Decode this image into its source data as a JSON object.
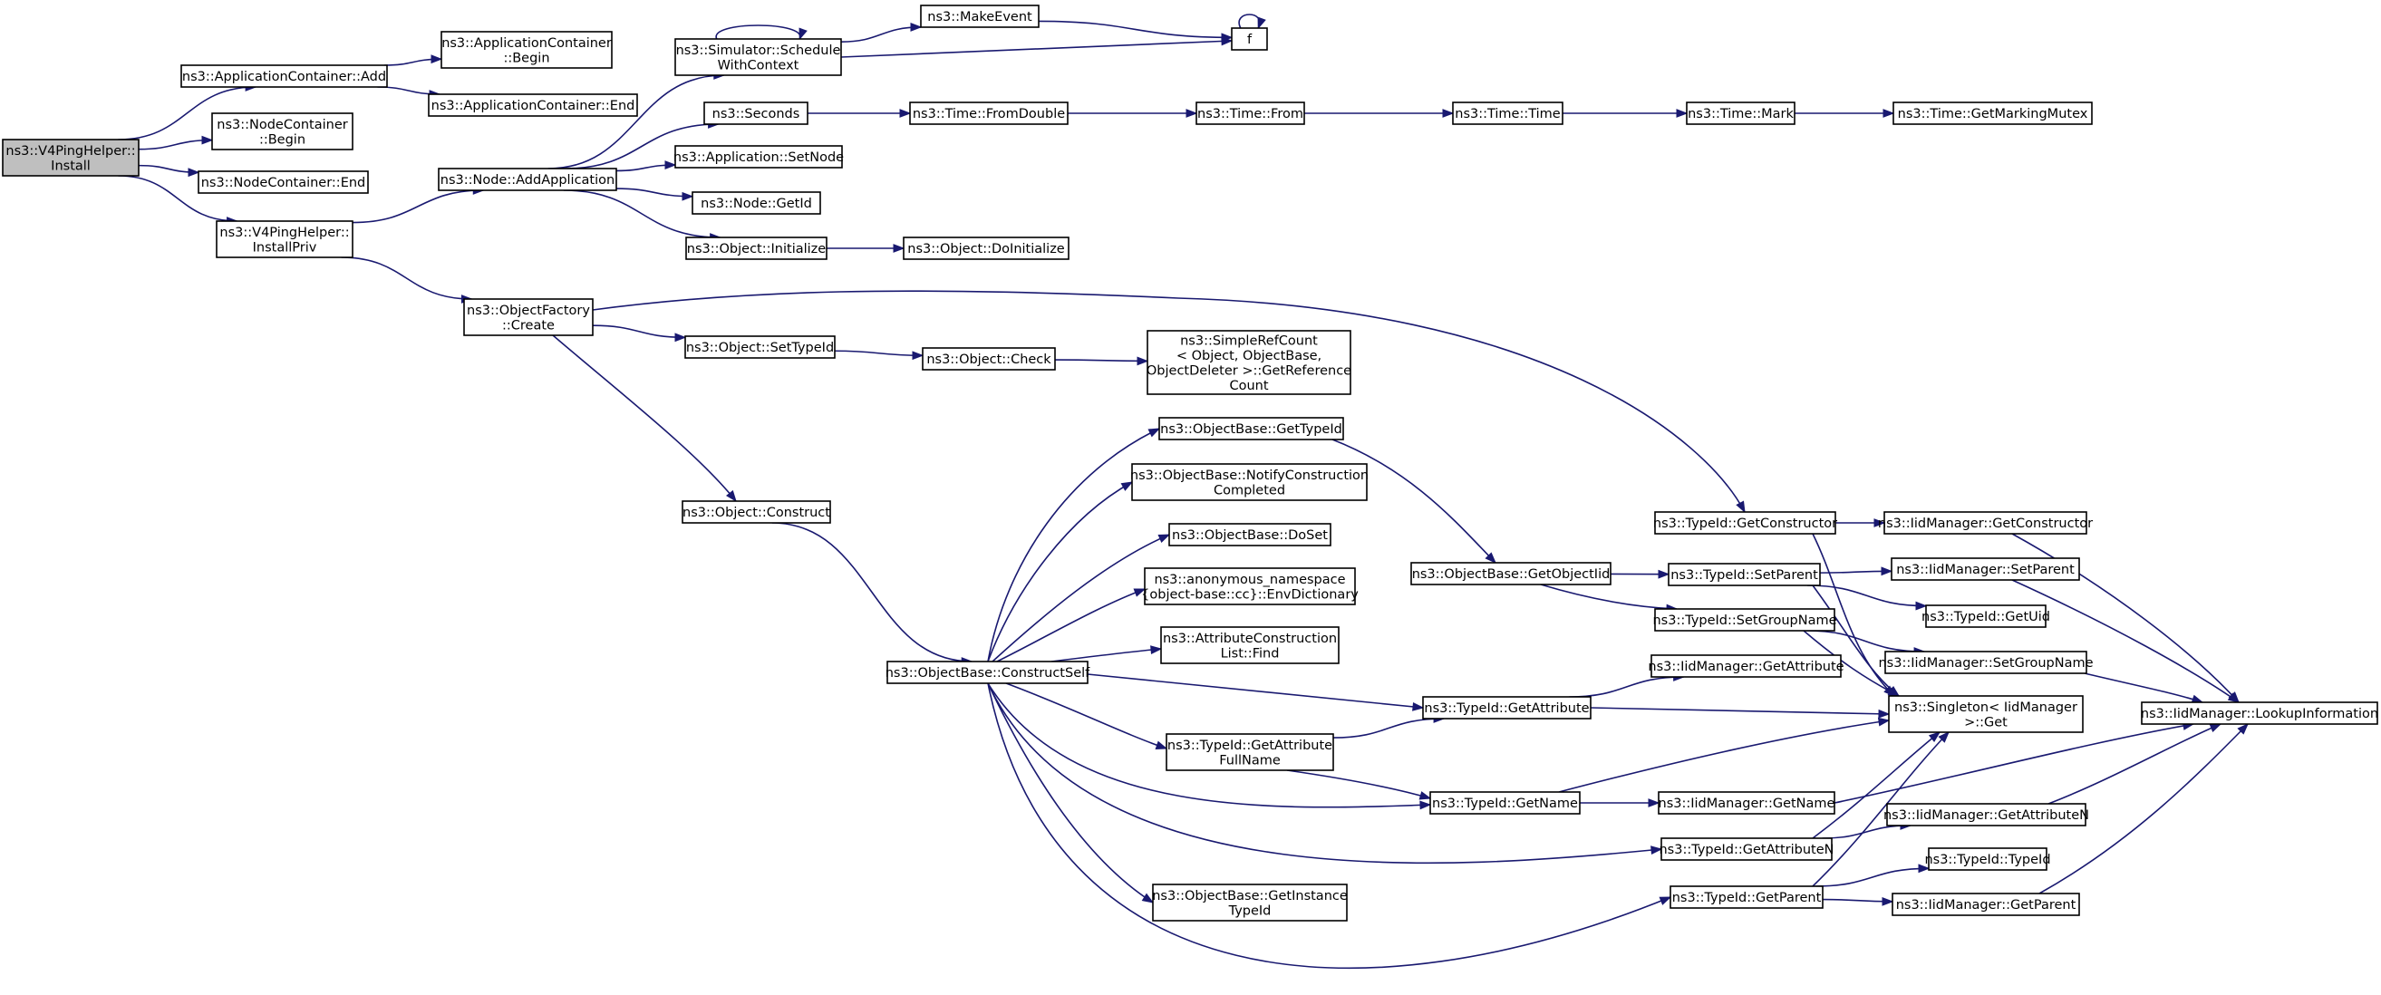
{
  "diagram": {
    "nodes": [
      {
        "id": "n0",
        "lines": [
          "ns3::V4PingHelper::",
          "Install"
        ]
      },
      {
        "id": "n1",
        "lines": [
          "ns3::ApplicationContainer::Add"
        ]
      },
      {
        "id": "n2",
        "lines": [
          "ns3::NodeContainer",
          "::Begin"
        ]
      },
      {
        "id": "n3",
        "lines": [
          "ns3::NodeContainer::End"
        ]
      },
      {
        "id": "n4",
        "lines": [
          "ns3::V4PingHelper::",
          "InstallPriv"
        ]
      },
      {
        "id": "n5",
        "lines": [
          "ns3::ApplicationContainer",
          "::Begin"
        ]
      },
      {
        "id": "n6",
        "lines": [
          "ns3::ApplicationContainer::End"
        ]
      },
      {
        "id": "n7",
        "lines": [
          "ns3::Node::AddApplication"
        ]
      },
      {
        "id": "n8",
        "lines": [
          "ns3::ObjectFactory",
          "::Create"
        ]
      },
      {
        "id": "n9",
        "lines": [
          "ns3::Simulator::Schedule",
          "WithContext"
        ]
      },
      {
        "id": "n10",
        "lines": [
          "ns3::Seconds"
        ]
      },
      {
        "id": "n11",
        "lines": [
          "ns3::Application::SetNode"
        ]
      },
      {
        "id": "n12",
        "lines": [
          "ns3::Node::GetId"
        ]
      },
      {
        "id": "n13",
        "lines": [
          "ns3::Object::Initialize"
        ]
      },
      {
        "id": "n14",
        "lines": [
          "ns3::MakeEvent"
        ]
      },
      {
        "id": "n15",
        "lines": [
          "f"
        ]
      },
      {
        "id": "n16",
        "lines": [
          "ns3::Time::FromDouble"
        ]
      },
      {
        "id": "n17",
        "lines": [
          "ns3::Time::From"
        ]
      },
      {
        "id": "n18",
        "lines": [
          "ns3::Time::Time"
        ]
      },
      {
        "id": "n19",
        "lines": [
          "ns3::Time::Mark"
        ]
      },
      {
        "id": "n20",
        "lines": [
          "ns3::Time::GetMarkingMutex"
        ]
      },
      {
        "id": "n21",
        "lines": [
          "ns3::Object::DoInitialize"
        ]
      },
      {
        "id": "n22",
        "lines": [
          "ns3::Object::SetTypeId"
        ]
      },
      {
        "id": "n23",
        "lines": [
          "ns3::Object::Check"
        ]
      },
      {
        "id": "n24",
        "lines": [
          "ns3::SimpleRefCount",
          "< Object, ObjectBase,",
          "ObjectDeleter >::GetReference",
          "Count"
        ]
      },
      {
        "id": "n25",
        "lines": [
          "ns3::Object::Construct"
        ]
      },
      {
        "id": "n26",
        "lines": [
          "ns3::ObjectBase::ConstructSelf"
        ]
      },
      {
        "id": "n27",
        "lines": [
          "ns3::ObjectBase::GetTypeId"
        ]
      },
      {
        "id": "n28",
        "lines": [
          "ns3::ObjectBase::NotifyConstruction",
          "Completed"
        ]
      },
      {
        "id": "n29",
        "lines": [
          "ns3::ObjectBase::DoSet"
        ]
      },
      {
        "id": "n30",
        "lines": [
          "ns3::anonymous_namespace",
          "{object-base::cc}::EnvDictionary"
        ]
      },
      {
        "id": "n31",
        "lines": [
          "ns3::AttributeConstruction",
          "List::Find"
        ]
      },
      {
        "id": "n32",
        "lines": [
          "ns3::TypeId::GetAttribute",
          "FullName"
        ]
      },
      {
        "id": "n33",
        "lines": [
          "ns3::ObjectBase::GetInstance",
          "TypeId"
        ]
      },
      {
        "id": "n34",
        "lines": [
          "ns3::ObjectBase::GetObjectIid"
        ]
      },
      {
        "id": "n35",
        "lines": [
          "ns3::TypeId::GetAttribute"
        ]
      },
      {
        "id": "n36",
        "lines": [
          "ns3::TypeId::GetName"
        ]
      },
      {
        "id": "n37",
        "lines": [
          "ns3::TypeId::GetConstructor"
        ]
      },
      {
        "id": "n38",
        "lines": [
          "ns3::TypeId::SetParent"
        ]
      },
      {
        "id": "n39",
        "lines": [
          "ns3::TypeId::SetGroupName"
        ]
      },
      {
        "id": "n40",
        "lines": [
          "ns3::IidManager::GetAttribute"
        ]
      },
      {
        "id": "n41",
        "lines": [
          "ns3::IidManager::GetName"
        ]
      },
      {
        "id": "n42",
        "lines": [
          "ns3::TypeId::GetAttributeN"
        ]
      },
      {
        "id": "n43",
        "lines": [
          "ns3::TypeId::GetParent"
        ]
      },
      {
        "id": "n44",
        "lines": [
          "ns3::IidManager::GetConstructor"
        ]
      },
      {
        "id": "n45",
        "lines": [
          "ns3::IidManager::SetParent"
        ]
      },
      {
        "id": "n46",
        "lines": [
          "ns3::TypeId::GetUid"
        ]
      },
      {
        "id": "n47",
        "lines": [
          "ns3::IidManager::SetGroupName"
        ]
      },
      {
        "id": "n48",
        "lines": [
          "ns3::Singleton< IidManager",
          ">::Get"
        ]
      },
      {
        "id": "n49",
        "lines": [
          "ns3::IidManager::GetAttributeN"
        ]
      },
      {
        "id": "n50",
        "lines": [
          "ns3::TypeId::TypeId"
        ]
      },
      {
        "id": "n51",
        "lines": [
          "ns3::IidManager::GetParent"
        ]
      },
      {
        "id": "n52",
        "lines": [
          "ns3::IidManager::LookupInformation"
        ]
      }
    ],
    "edges": [
      [
        "n0",
        "n1"
      ],
      [
        "n0",
        "n2"
      ],
      [
        "n0",
        "n3"
      ],
      [
        "n0",
        "n4"
      ],
      [
        "n1",
        "n5"
      ],
      [
        "n1",
        "n6"
      ],
      [
        "n4",
        "n7"
      ],
      [
        "n4",
        "n8"
      ],
      [
        "n7",
        "n9"
      ],
      [
        "n7",
        "n10"
      ],
      [
        "n7",
        "n11"
      ],
      [
        "n7",
        "n12"
      ],
      [
        "n7",
        "n13"
      ],
      [
        "n9",
        "n9"
      ],
      [
        "n9",
        "n14"
      ],
      [
        "n9",
        "n15"
      ],
      [
        "n14",
        "n15"
      ],
      [
        "n15",
        "n15"
      ],
      [
        "n10",
        "n16"
      ],
      [
        "n16",
        "n17"
      ],
      [
        "n17",
        "n18"
      ],
      [
        "n18",
        "n19"
      ],
      [
        "n19",
        "n20"
      ],
      [
        "n13",
        "n21"
      ],
      [
        "n8",
        "n37"
      ],
      [
        "n8",
        "n22"
      ],
      [
        "n8",
        "n25"
      ],
      [
        "n22",
        "n23"
      ],
      [
        "n23",
        "n24"
      ],
      [
        "n25",
        "n26"
      ],
      [
        "n26",
        "n27"
      ],
      [
        "n26",
        "n28"
      ],
      [
        "n26",
        "n29"
      ],
      [
        "n26",
        "n30"
      ],
      [
        "n26",
        "n31"
      ],
      [
        "n26",
        "n35"
      ],
      [
        "n26",
        "n32"
      ],
      [
        "n26",
        "n36"
      ],
      [
        "n26",
        "n42"
      ],
      [
        "n26",
        "n33"
      ],
      [
        "n26",
        "n43"
      ],
      [
        "n27",
        "n34"
      ],
      [
        "n34",
        "n38"
      ],
      [
        "n34",
        "n39"
      ],
      [
        "n32",
        "n35"
      ],
      [
        "n32",
        "n36"
      ],
      [
        "n35",
        "n40"
      ],
      [
        "n35",
        "n48"
      ],
      [
        "n36",
        "n41"
      ],
      [
        "n36",
        "n48"
      ],
      [
        "n37",
        "n44"
      ],
      [
        "n37",
        "n48"
      ],
      [
        "n38",
        "n45"
      ],
      [
        "n38",
        "n46"
      ],
      [
        "n38",
        "n48"
      ],
      [
        "n39",
        "n47"
      ],
      [
        "n39",
        "n48"
      ],
      [
        "n41",
        "n52"
      ],
      [
        "n42",
        "n49"
      ],
      [
        "n42",
        "n48"
      ],
      [
        "n43",
        "n50"
      ],
      [
        "n43",
        "n51"
      ],
      [
        "n43",
        "n48"
      ],
      [
        "n44",
        "n52"
      ],
      [
        "n45",
        "n52"
      ],
      [
        "n47",
        "n52"
      ],
      [
        "n49",
        "n52"
      ],
      [
        "n51",
        "n52"
      ]
    ]
  }
}
